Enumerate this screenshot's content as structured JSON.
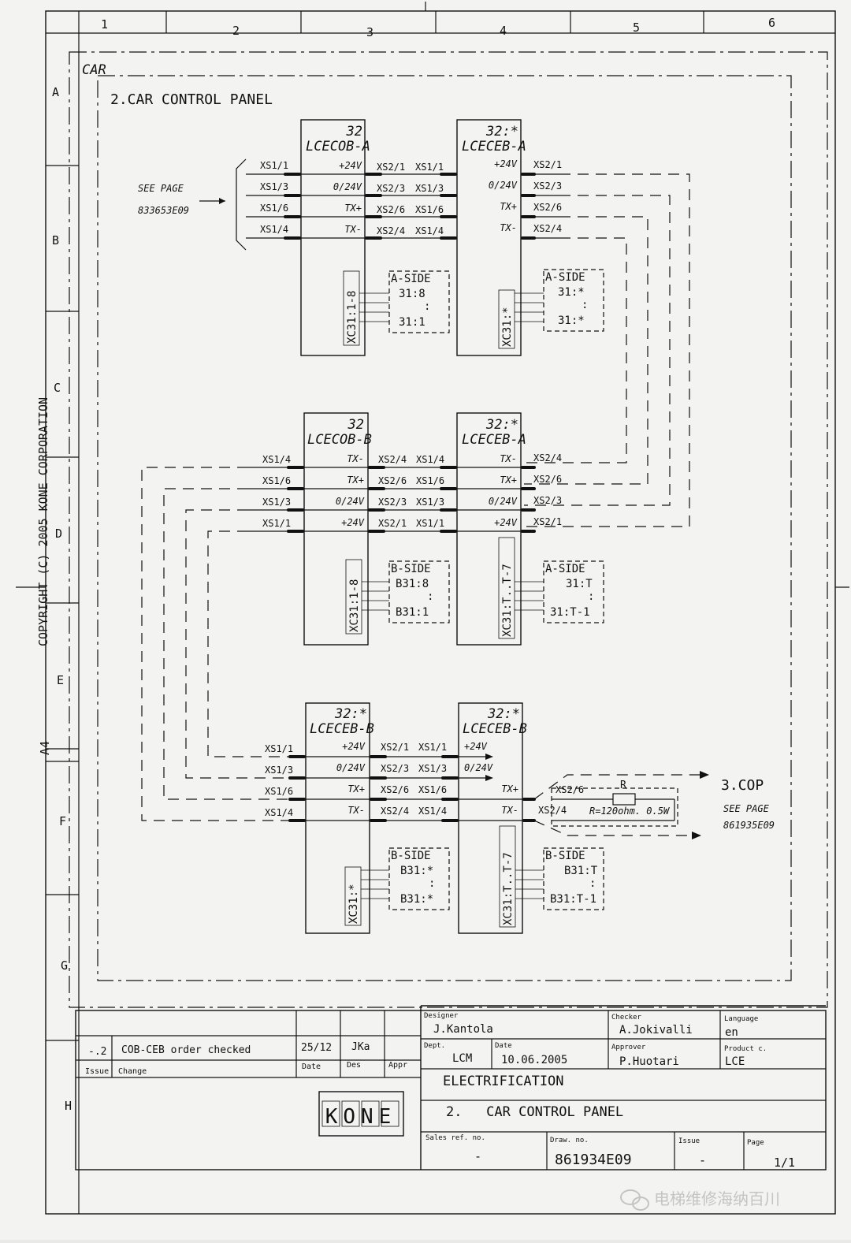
{
  "sheet": {
    "columns": [
      "1",
      "2",
      "3",
      "4",
      "5",
      "6"
    ],
    "rows": [
      "A",
      "B",
      "C",
      "D",
      "E",
      "F",
      "G",
      "H"
    ],
    "paper_size": "A4",
    "copyright": "COPYRIGHT (C) 2005 KONE CORPORATION",
    "area_label": "CAR",
    "title": "2.CAR CONTROL PANEL",
    "watermark": "电梯维修海纳百川"
  },
  "reference": {
    "see_page_label": "SEE PAGE",
    "see_page_code": "833653E09"
  },
  "boards": [
    {
      "id": "b1",
      "num": "32",
      "name": "LCECOB-A",
      "connector": "XC31:1-8",
      "side": {
        "title": "A-SIDE",
        "top": "31:8",
        "dots": ":",
        "bottom": "31:1"
      }
    },
    {
      "id": "b2",
      "num": "32:*",
      "name": "LCECEB-A",
      "connector": "XC31:*",
      "side": {
        "title": "A-SIDE",
        "top": "31:*",
        "dots": ":",
        "bottom": "31:*"
      }
    },
    {
      "id": "b3",
      "num": "32",
      "name": "LCECOB-B",
      "connector": "XC31:1-8",
      "side": {
        "title": "B-SIDE",
        "top": "B31:8",
        "dots": ":",
        "bottom": "B31:1"
      }
    },
    {
      "id": "b4",
      "num": "32:*",
      "name": "LCECEB-A",
      "connector": "XC31:T..T-7",
      "side": {
        "title": "A-SIDE",
        "top": "31:T",
        "dots": ":",
        "bottom": "31:T-1"
      }
    },
    {
      "id": "b5",
      "num": "32:*",
      "name": "LCECEB-B",
      "connector": "XC31:*",
      "side": {
        "title": "B-SIDE",
        "top": "B31:*",
        "dots": ":",
        "bottom": "B31:*"
      }
    },
    {
      "id": "b6",
      "num": "32:*",
      "name": "LCECEB-B",
      "connector": "XC31:T..T-7",
      "side": {
        "title": "B-SIDE",
        "top": "B31:T",
        "dots": ":",
        "bottom": "B31:T-1"
      }
    }
  ],
  "signals_top": [
    "+24V",
    "0/24V",
    "TX+",
    "TX-"
  ],
  "signals_mid": [
    "TX-",
    "TX+",
    "0/24V",
    "+24V"
  ],
  "signals_bot": [
    "+24V",
    "0/24V",
    "TX+",
    "TX-"
  ],
  "xs1_top": [
    "XS1/1",
    "XS1/3",
    "XS1/6",
    "XS1/4"
  ],
  "xs2_top": [
    "XS2/1",
    "XS2/3",
    "XS2/6",
    "XS2/4"
  ],
  "xs1_mid": [
    "XS1/4",
    "XS1/6",
    "XS1/3",
    "XS1/1"
  ],
  "xs2_mid": [
    "XS2/4",
    "XS2/6",
    "XS2/3",
    "XS2/1"
  ],
  "xs1_bot": [
    "XS1/1",
    "XS1/3",
    "XS1/6",
    "XS1/4"
  ],
  "xs2_bot": [
    "XS2/1",
    "XS2/3",
    "XS2/6",
    "XS2/4"
  ],
  "xs2_bot_right": [
    "XS2/6",
    "XS2/4"
  ],
  "termination": {
    "resistor_label": "R",
    "resistor_value": "R=120ohm. 0.5W",
    "target": "3.COP",
    "see_page_label": "SEE PAGE",
    "see_page_code": "861935E09"
  },
  "title_block": {
    "revision": {
      "issue": "-.2",
      "change": "COB-CEB order checked",
      "date": "25/12",
      "designer": "JKa"
    },
    "headers": {
      "issue": "Issue",
      "change": "Change",
      "date": "Date",
      "des": "Des",
      "appr": "Appr"
    },
    "designer_label": "Designer",
    "designer": "J.Kantola",
    "checker_label": "Checker",
    "checker": "A.Jokivalli",
    "language_label": "Language",
    "language": "en",
    "dept_label": "Dept.",
    "dept": "LCM",
    "date_label": "Date",
    "date": "10.06.2005",
    "approver_label": "Approver",
    "approver": "P.Huotari",
    "product_label": "Product c.",
    "product": "LCE",
    "category": "ELECTRIFICATION",
    "drawing_title": "2.   CAR CONTROL PANEL",
    "sales_ref_label": "Sales ref. no.",
    "sales_ref": "-",
    "draw_no_label": "Draw. no.",
    "draw_no": "861934E09",
    "issue_label": "Issue",
    "issue": "-",
    "page_label": "Page",
    "page": "1/1",
    "logo": "KONE"
  }
}
